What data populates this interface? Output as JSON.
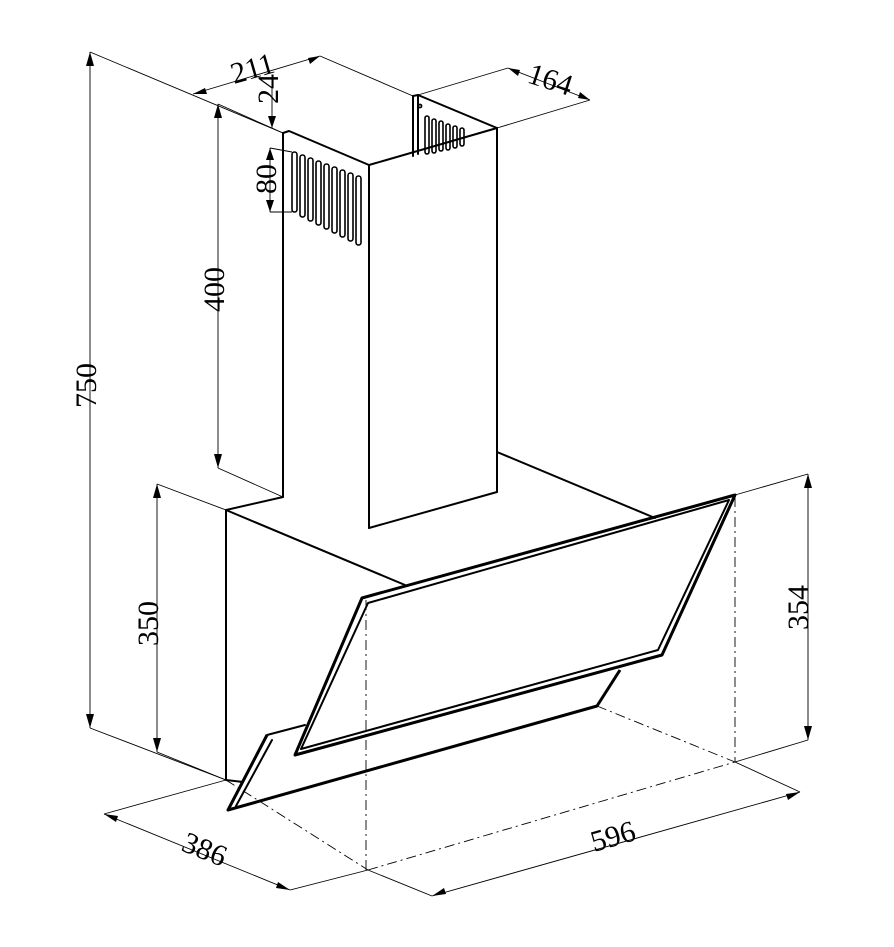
{
  "drawing": {
    "stroke_color": "#000000",
    "background": "#ffffff"
  },
  "dimensions": {
    "total_height": "750",
    "chimney_height": "400",
    "chimney_top_width": "211",
    "chimney_side_depth": "164",
    "chimney_top_offset": "24",
    "vent_slot_height": "80",
    "body_height": "350",
    "glass_height": "354",
    "body_depth": "386",
    "body_width": "596"
  }
}
